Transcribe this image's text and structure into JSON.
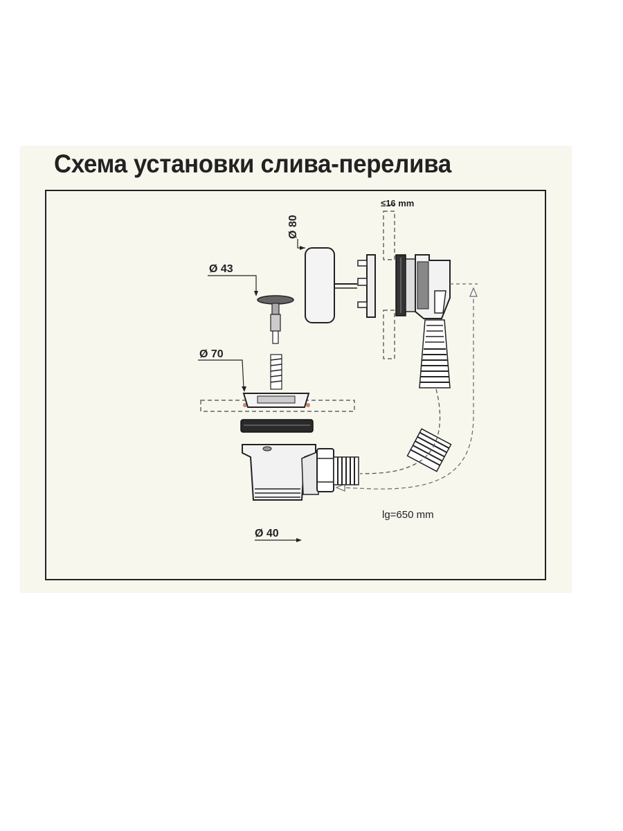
{
  "title": "Схема установки слива-перелива",
  "labels": {
    "d80": "Ø 80",
    "d43": "Ø 43",
    "d70": "Ø 70",
    "d40": "Ø 40",
    "thickness": "≤16 mm",
    "length": "lg=650 mm"
  },
  "colors": {
    "background": "#f8f7ee",
    "ink": "#222222",
    "accent_dots": "#c9866a"
  }
}
